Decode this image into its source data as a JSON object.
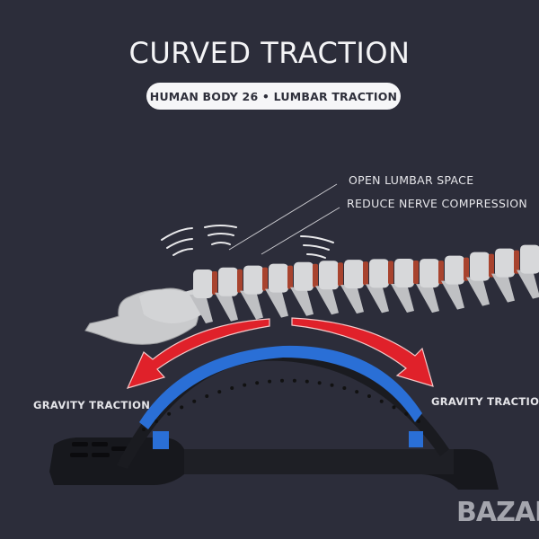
{
  "title": "CURVED TRACTION",
  "subtitle": "HUMAN BODY 26 • LUMBAR TRACTION",
  "callouts": [
    "OPEN LUMBAR SPACE",
    "REDUCE NERVE COMPRESSION"
  ],
  "labels": {
    "left": "GRAVITY TRACTION",
    "right": "GRAVITY TRACTION"
  },
  "watermark": "BAZAR",
  "colors": {
    "background": "#2c2d3a",
    "arrow": "#e0212a",
    "stretcher_blue": "#2a6fd6",
    "base_black": "#15161b",
    "bone": "#d7d8da",
    "disc": "#a8432e"
  }
}
